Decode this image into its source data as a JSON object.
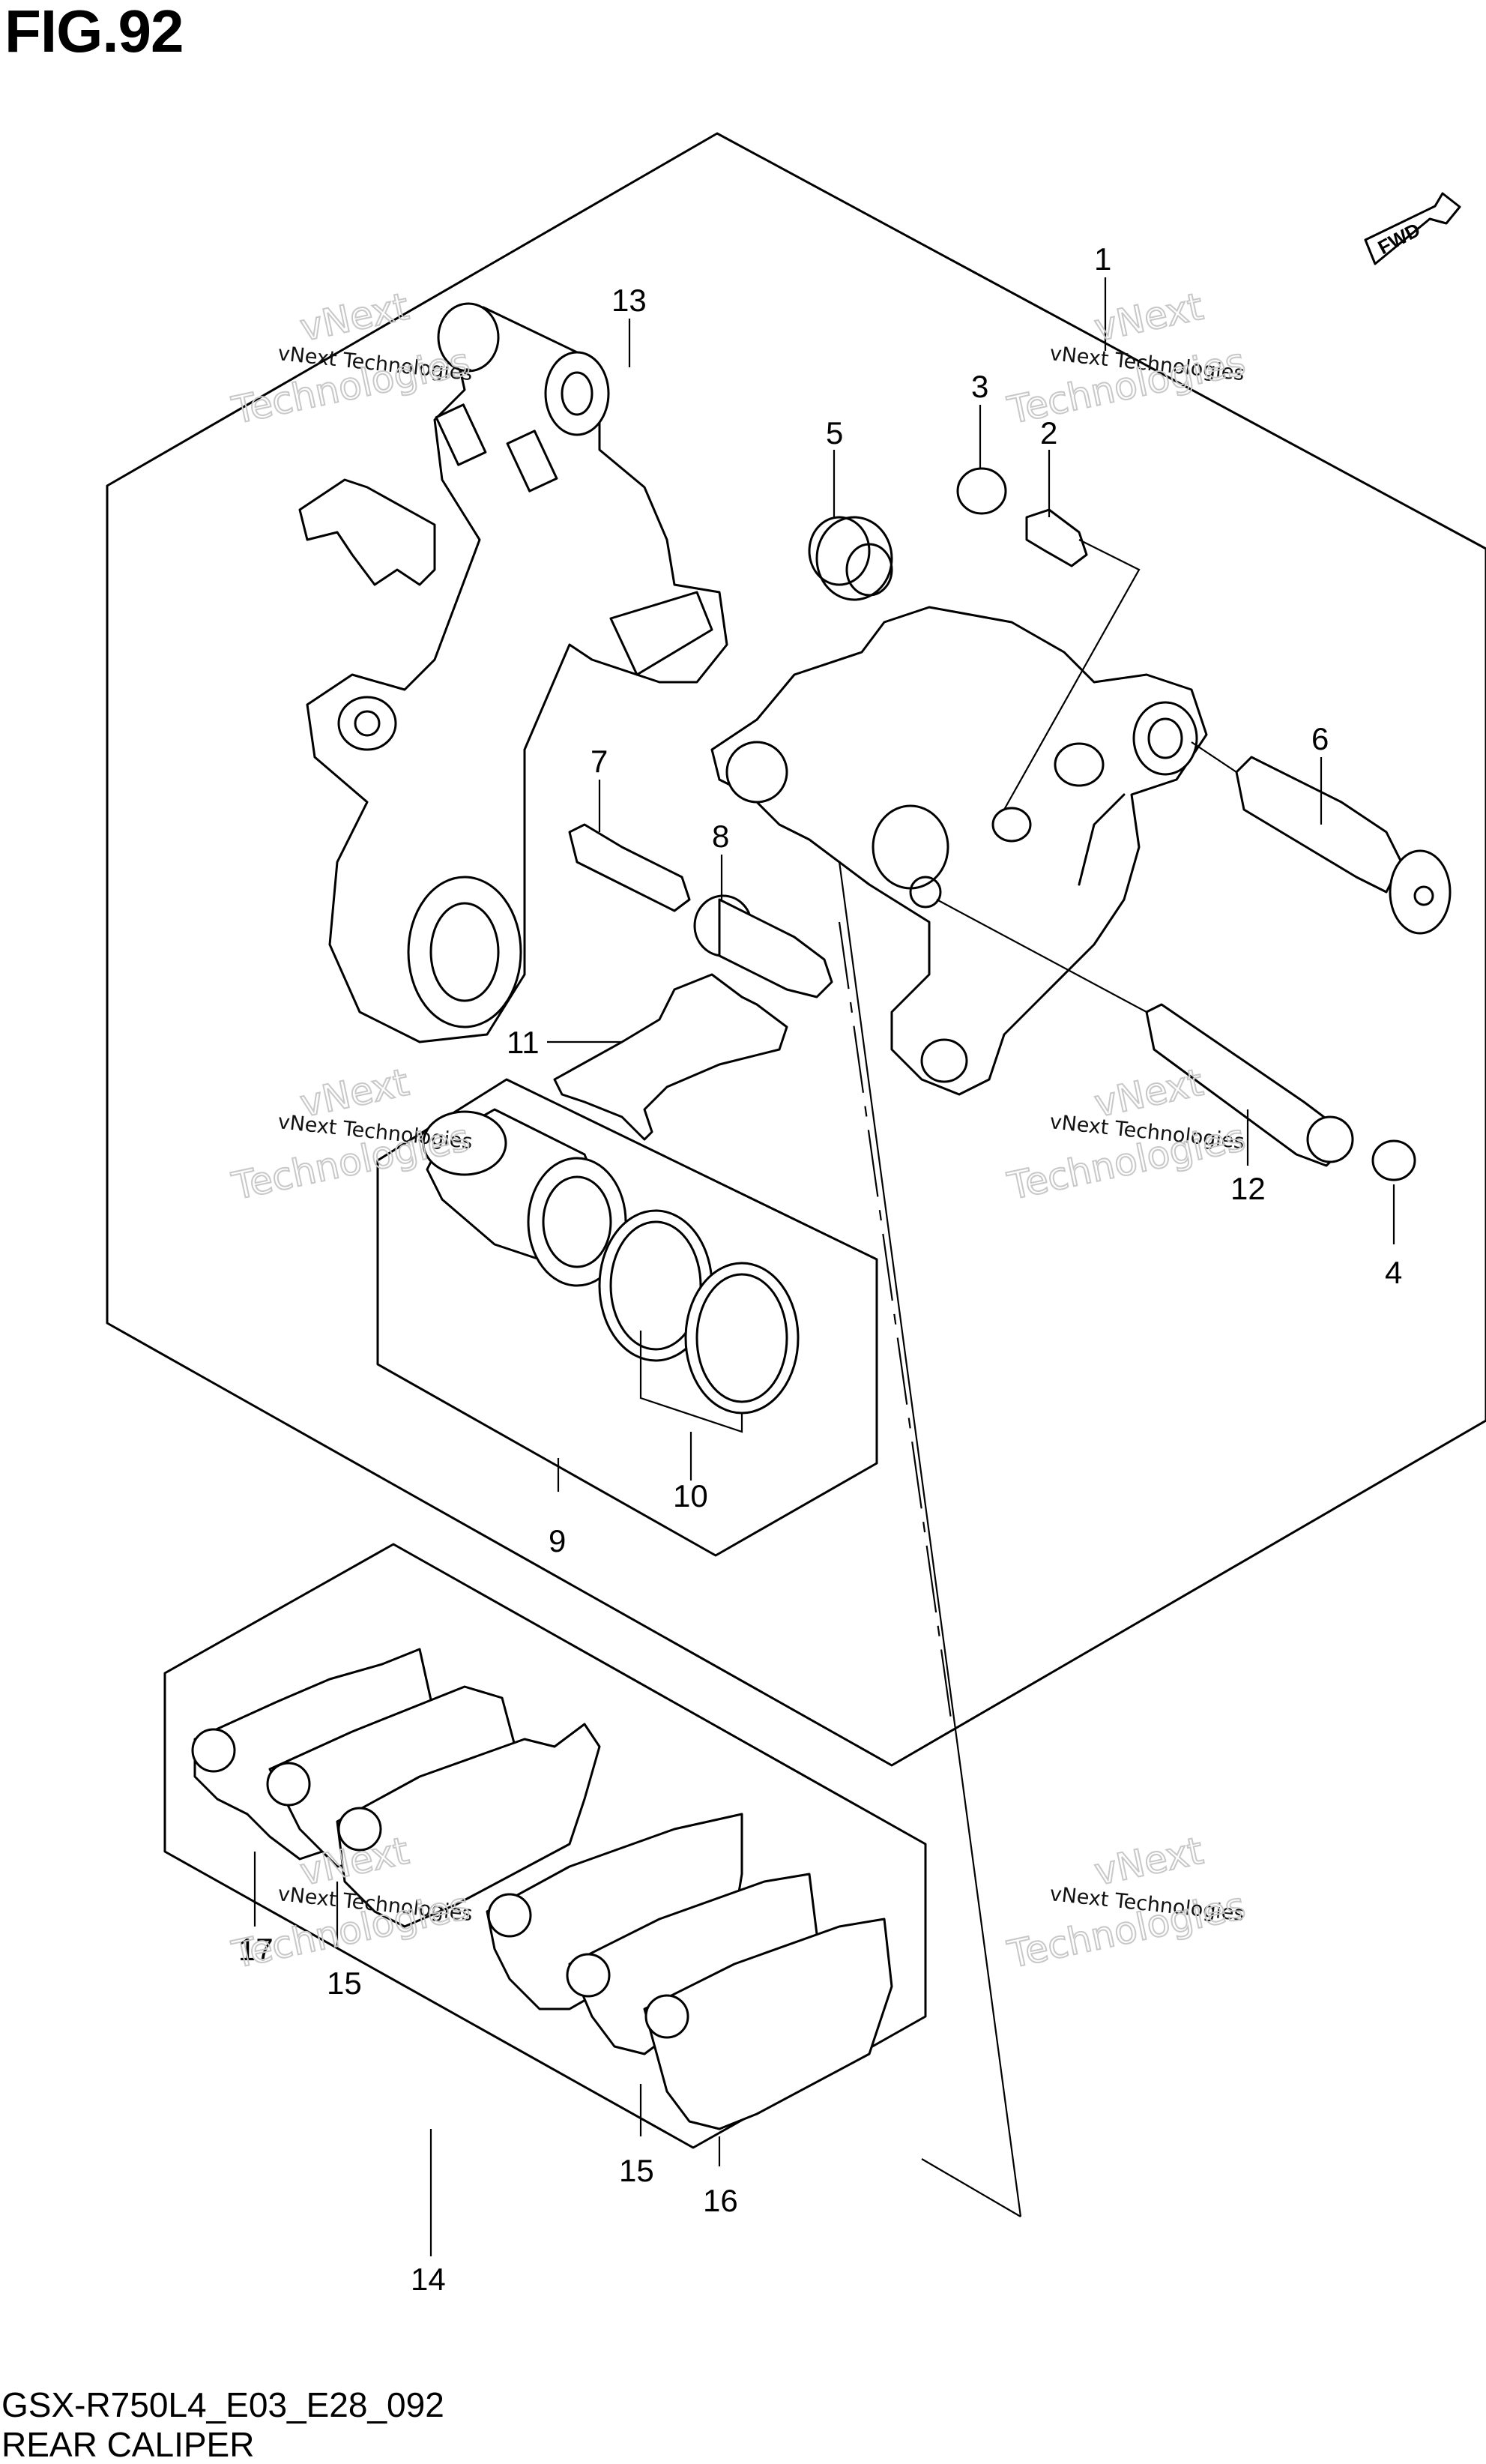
{
  "figure": {
    "title": "FIG.92",
    "model_code": "GSX-R750L4_E03_E28_092",
    "part_name": "REAR CALIPER"
  },
  "direction_badge": "FWD",
  "watermark": {
    "line1": "vNext Technologies",
    "line2a": "vNext",
    "line2b": "Technologies"
  },
  "callouts": [
    {
      "id": "1",
      "label": "1"
    },
    {
      "id": "2",
      "label": "2"
    },
    {
      "id": "3",
      "label": "3"
    },
    {
      "id": "4",
      "label": "4"
    },
    {
      "id": "5",
      "label": "5"
    },
    {
      "id": "6",
      "label": "6"
    },
    {
      "id": "7",
      "label": "7"
    },
    {
      "id": "8",
      "label": "8"
    },
    {
      "id": "9",
      "label": "9"
    },
    {
      "id": "10",
      "label": "10"
    },
    {
      "id": "11",
      "label": "11"
    },
    {
      "id": "12",
      "label": "12"
    },
    {
      "id": "13",
      "label": "13"
    },
    {
      "id": "14",
      "label": "14"
    },
    {
      "id": "15a",
      "label": "15"
    },
    {
      "id": "15b",
      "label": "15"
    },
    {
      "id": "16",
      "label": "16"
    },
    {
      "id": "17",
      "label": "17"
    }
  ]
}
